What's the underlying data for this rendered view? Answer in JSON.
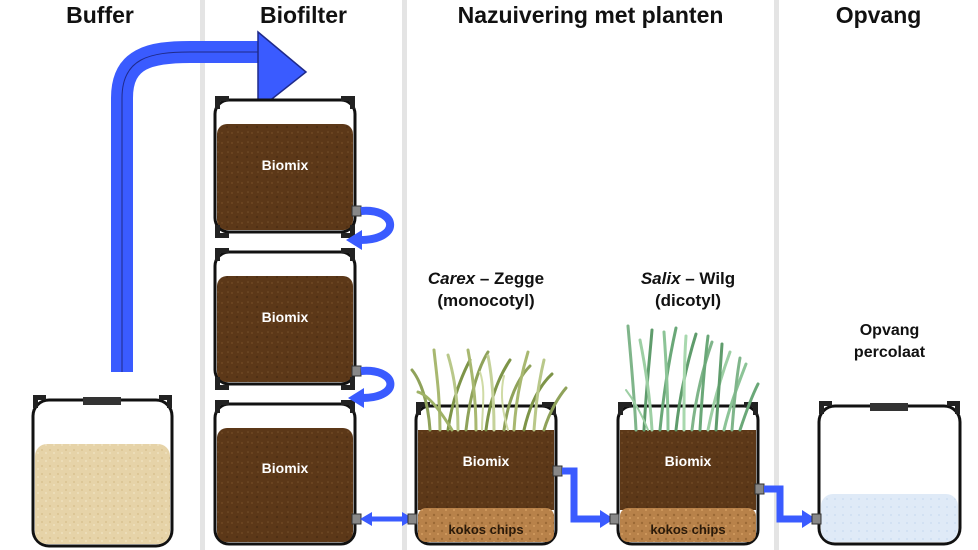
{
  "headers": {
    "buffer": "Buffer",
    "biofilter": "Biofilter",
    "nazuivering": "Nazuivering met planten",
    "opvang": "Opvang"
  },
  "plants": {
    "carex_genus": "Carex",
    "carex_name": " – Zegge",
    "carex_type": "(monocotyl)",
    "salix_genus": "Salix",
    "salix_name": " – Wilg",
    "salix_type": "(dicotyl)"
  },
  "tanks": {
    "biomix": "Biomix",
    "kokos": "kokos chips"
  },
  "opvang_caption": {
    "line1": "Opvang",
    "line2": "percolaat"
  },
  "colors": {
    "arrow": "#3a5bff",
    "soil": "#5c3818",
    "sand": "#e6d3a8",
    "coco": "#b8824a",
    "water": "#dfeaf7"
  }
}
